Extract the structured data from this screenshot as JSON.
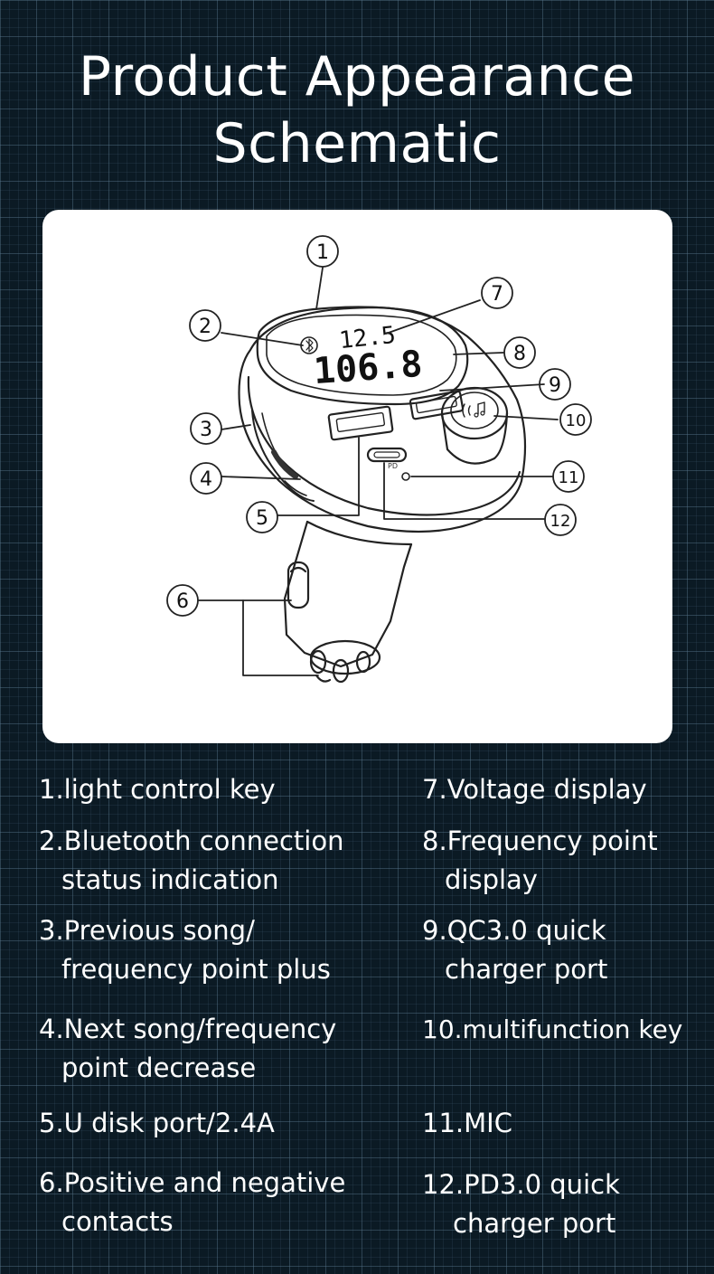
{
  "title": {
    "line1": "Product Appearance",
    "line2": "Schematic"
  },
  "diagram": {
    "display_top": "12.5",
    "display_bottom": "106.8",
    "pd_label": "PD",
    "callouts": [
      "1",
      "2",
      "3",
      "4",
      "5",
      "6",
      "7",
      "8",
      "9",
      "10",
      "11",
      "12"
    ]
  },
  "legend": [
    {
      "line1": "1.light control key",
      "line2": ""
    },
    {
      "line1": "2.Bluetooth connection",
      "line2": "status indication"
    },
    {
      "line1": "3.Previous song/",
      "line2": "frequency point plus"
    },
    {
      "line1": "4.Next song/frequency",
      "line2": "point decrease"
    },
    {
      "line1": "5.U disk port/2.4A",
      "line2": ""
    },
    {
      "line1": "6.Positive and negative",
      "line2": "contacts"
    },
    {
      "line1": "7.Voltage display",
      "line2": ""
    },
    {
      "line1": "8.Frequency point",
      "line2": "display"
    },
    {
      "line1": "9.QC3.0 quick",
      "line2": "charger port"
    },
    {
      "line1": "10.multifunction key",
      "line2": ""
    },
    {
      "line1": "11.MIC",
      "line2": ""
    },
    {
      "line1": "12.PD3.0 quick",
      "line2": "charger port"
    }
  ]
}
